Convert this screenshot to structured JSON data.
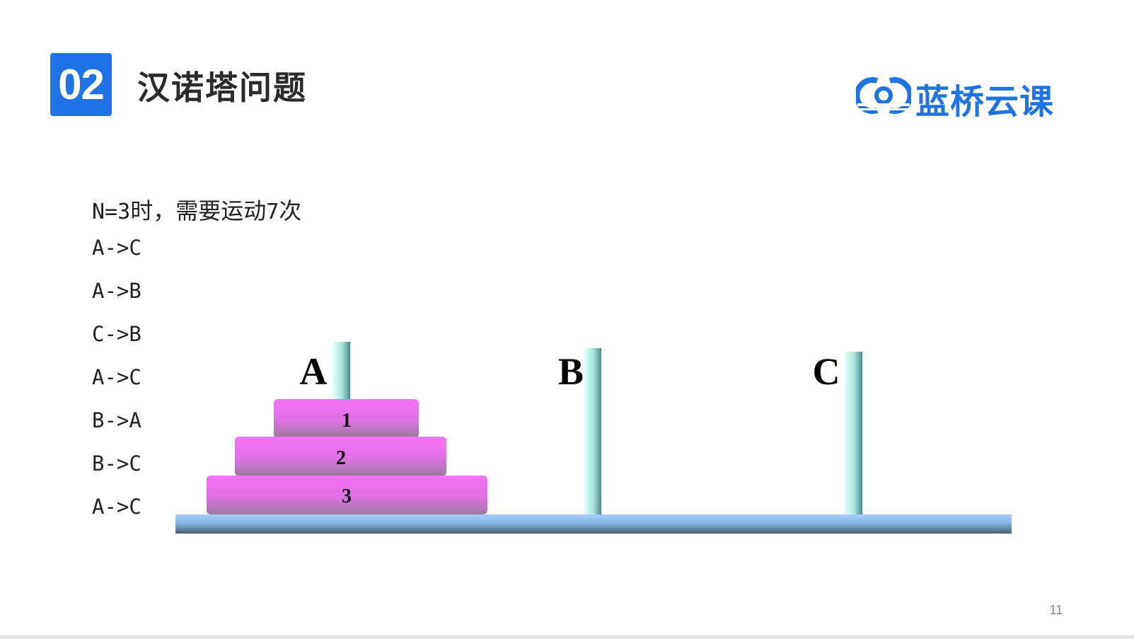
{
  "header": {
    "section_number": "02",
    "title": "汉诺塔问题"
  },
  "logo": {
    "text": "蓝桥云课",
    "color": "#1f73e3"
  },
  "intro": {
    "prefix": "N=3",
    "middle": "时，需要运动",
    "count": "7",
    "suffix": "次"
  },
  "moves": [
    "A->C",
    "A->B",
    "C->B",
    "A->C",
    "B->A",
    "B->C",
    "A->C"
  ],
  "diagram": {
    "pegs": [
      {
        "label": "A"
      },
      {
        "label": "B"
      },
      {
        "label": "C"
      }
    ],
    "disks": [
      {
        "label": "1",
        "peg": "A"
      },
      {
        "label": "2",
        "peg": "A"
      },
      {
        "label": "3",
        "peg": "A"
      }
    ],
    "colors": {
      "disk_top": "#f573f7",
      "disk_bottom": "#9a7a98",
      "peg_light": "#e6fffc",
      "peg_dark": "#4b8a8a",
      "base_light": "#a7cdf5",
      "base_dark": "#4a5f74"
    }
  },
  "footer": {
    "page_number": "11"
  }
}
